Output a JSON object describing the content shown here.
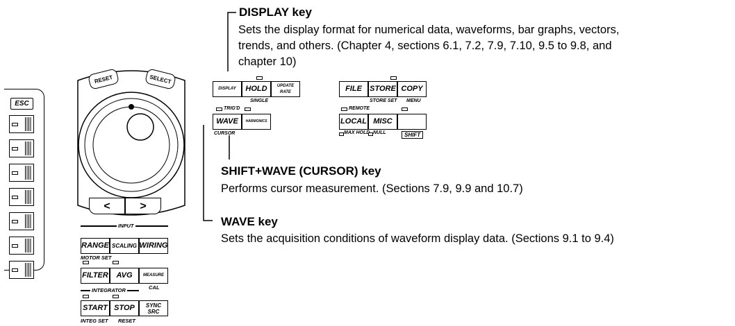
{
  "esc_key": "ESC",
  "soft_keys": [
    "",
    "",
    "",
    "",
    "",
    "",
    ""
  ],
  "jog": {
    "reset": "RESET",
    "select": "SELECT",
    "left_arrow": "<",
    "right_arrow": ">"
  },
  "input_group": {
    "title": "INPUT",
    "keys": [
      "RANGE",
      "SCALING",
      "WIRING",
      "FILTER",
      "AVG",
      "MEASURE"
    ],
    "motor_set": "MOTOR SET",
    "cal": "CAL"
  },
  "integrator_group": {
    "title": "INTEGRATOR",
    "keys": [
      "START",
      "STOP",
      "SYNC\nSRC"
    ],
    "integ_set": "INTEG SET",
    "reset": "RESET"
  },
  "display_group": {
    "display": "DISPLAY",
    "hold": "HOLD",
    "update_rate": "UPDATE\nRATE",
    "single": "SINGLE",
    "trigd": "TRIG'D",
    "wave": "WAVE",
    "harmonics": "HARMONICS",
    "cursor": "CURSOR"
  },
  "file_group": {
    "file": "FILE",
    "store": "STORE",
    "copy": "COPY",
    "store_set": "STORE SET",
    "menu": "MENU",
    "remote": "REMOTE",
    "local": "LOCAL",
    "misc": "MISC",
    "max_hold": "MAX HOLD",
    "null": "NULL",
    "shift": "SHIFT"
  },
  "callouts": {
    "display": {
      "title": "DISPLAY key",
      "lines": [
        "Sets the display format for numerical data, waveforms, bar graphs, vectors,",
        "trends, and others.  (Chapter 4, sections 6.1, 7.2, 7.9, 7.10, 9.5 to 9.8, and",
        "chapter 10)"
      ]
    },
    "shift_wave": {
      "title": "SHIFT+WAVE (CURSOR) key",
      "text": "Performs cursor measurement.  (Sections 7.9, 9.9 and 10.7)"
    },
    "wave": {
      "title": "WAVE key",
      "text": "Sets the acquisition conditions of waveform display data.  (Sections 9.1 to 9.4)"
    }
  }
}
